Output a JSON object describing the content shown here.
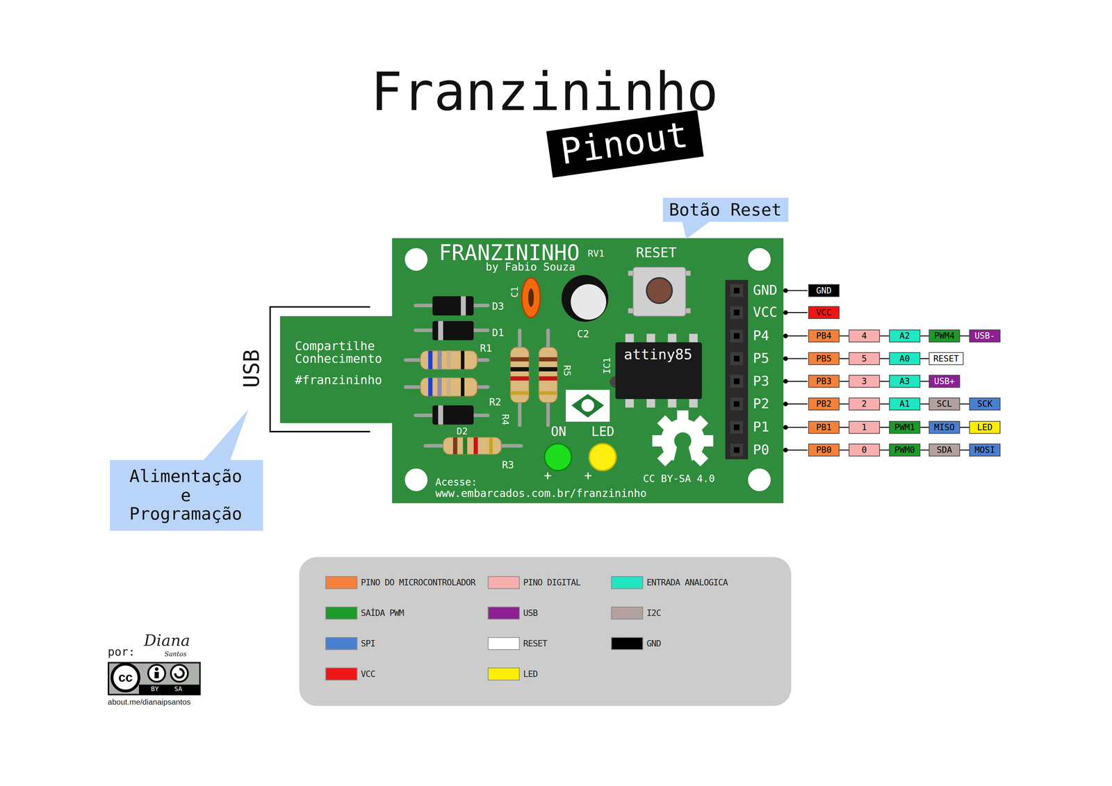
{
  "diagram": {
    "title": "Franzininho",
    "nodes": [
      {
        "text": [
          "Pinout"
        ]
      },
      {
        "text": [
          "Botão Reset"
        ]
      },
      {
        "text": [
          "GND"
        ]
      },
      {
        "text": [
          "VCC"
        ]
      },
      {
        "text": [
          "PB4"
        ]
      },
      {
        "text": [
          "4"
        ]
      },
      {
        "text": [
          "A2"
        ]
      },
      {
        "text": [
          "PWM4"
        ]
      },
      {
        "text": [
          "USB-"
        ]
      },
      {
        "text": [
          "PB5"
        ]
      },
      {
        "text": [
          "5"
        ]
      },
      {
        "text": [
          "A0"
        ]
      },
      {
        "text": [
          "RESET"
        ]
      },
      {
        "text": [
          "PB3"
        ]
      },
      {
        "text": [
          "3"
        ]
      },
      {
        "text": [
          "A3"
        ]
      },
      {
        "text": [
          "USB+"
        ]
      },
      {
        "text": [
          "PB2"
        ]
      },
      {
        "text": [
          "2"
        ]
      },
      {
        "text": [
          "A1"
        ]
      },
      {
        "text": [
          "SCL"
        ]
      },
      {
        "text": [
          "SCK"
        ]
      },
      {
        "text": [
          "PB1"
        ]
      },
      {
        "text": [
          "1"
        ]
      },
      {
        "text": [
          "PWM1"
        ]
      },
      {
        "text": [
          "MISO"
        ]
      },
      {
        "text": [
          "LED"
        ]
      },
      {
        "text": [
          "PB0"
        ]
      },
      {
        "text": [
          "0"
        ]
      },
      {
        "text": [
          "PWM0"
        ]
      },
      {
        "text": [
          "SDA"
        ]
      },
      {
        "text": [
          "MOSI"
        ]
      },
      {
        "text": [
          "Alimentação e Programação"
        ]
      }
    ],
    "edges": [
      {
        "from": 4,
        "to": 5,
        "arrow": "none"
      },
      {
        "from": 5,
        "to": 6,
        "arrow": "none"
      },
      {
        "from": 6,
        "to": 7,
        "arrow": "none"
      },
      {
        "from": 7,
        "to": 8,
        "arrow": "none"
      },
      {
        "from": 9,
        "to": 10,
        "arrow": "none"
      },
      {
        "from": 10,
        "to": 11,
        "arrow": "none"
      },
      {
        "from": 11,
        "to": 12,
        "arrow": "none"
      },
      {
        "from": 13,
        "to": 14,
        "arrow": "none"
      },
      {
        "from": 14,
        "to": 15,
        "arrow": "none"
      },
      {
        "from": 15,
        "to": 16,
        "arrow": "none"
      },
      {
        "from": 17,
        "to": 18,
        "arrow": "none"
      },
      {
        "from": 18,
        "to": 19,
        "arrow": "none"
      },
      {
        "from": 19,
        "to": 20,
        "arrow": "none"
      },
      {
        "from": 20,
        "to": 21,
        "arrow": "none"
      },
      {
        "from": 22,
        "to": 23,
        "arrow": "none"
      },
      {
        "from": 23,
        "to": 24,
        "arrow": "none"
      },
      {
        "from": 24,
        "to": 25,
        "arrow": "none"
      },
      {
        "from": 25,
        "to": 26,
        "arrow": "none"
      },
      {
        "from": 27,
        "to": 28,
        "arrow": "none"
      },
      {
        "from": 28,
        "to": 29,
        "arrow": "none"
      },
      {
        "from": 29,
        "to": 30,
        "arrow": "none"
      },
      {
        "from": 30,
        "to": 31,
        "arrow": "none"
      }
    ],
    "labels": [
      "FRANZININHO",
      "RV1",
      "RESET",
      "by Fabio Souza",
      "C1",
      "D3",
      "D1",
      "C2",
      "R1",
      "attiny85",
      "IC1",
      "R5",
      "R2",
      "R4",
      "D2",
      "ON",
      "LED",
      "R3",
      "+",
      "+",
      "CC BY-SA 4.0",
      "Acesse:",
      "www.embarcados.com.br/franzininho",
      "Compartilhe Conhecimento",
      "#franzininho",
      "USB",
      "GND",
      "VCC",
      "P4",
      "P5",
      "P3",
      "P2",
      "P1",
      "P0",
      "por:",
      "Diana",
      "Santos",
      "cc",
      "BY",
      "SA",
      "about.me/dianaipsantos"
    ],
    "legend": [
      {
        "text": "PINO DO MICROCONTROLADOR",
        "color": "#f5813c"
      },
      {
        "text": "PINO DIGITAL",
        "color": "#f9aeae"
      },
      {
        "text": "ENTRADA ANALOGICA",
        "color": "#20e6c2"
      },
      {
        "text": "SAÍDA PWM",
        "color": "#1e9a2a"
      },
      {
        "text": "USB",
        "color": "#8e1f94"
      },
      {
        "text": "I2C",
        "color": "#b3a19f"
      },
      {
        "text": "SPI",
        "color": "#4a7fd0"
      },
      {
        "text": "RESET",
        "color": "#ffffff"
      },
      {
        "text": "GND",
        "color": "#000000"
      },
      {
        "text": "VCC",
        "color": "#ee1515"
      },
      {
        "text": "LED",
        "color": "#ffee00"
      }
    ]
  }
}
